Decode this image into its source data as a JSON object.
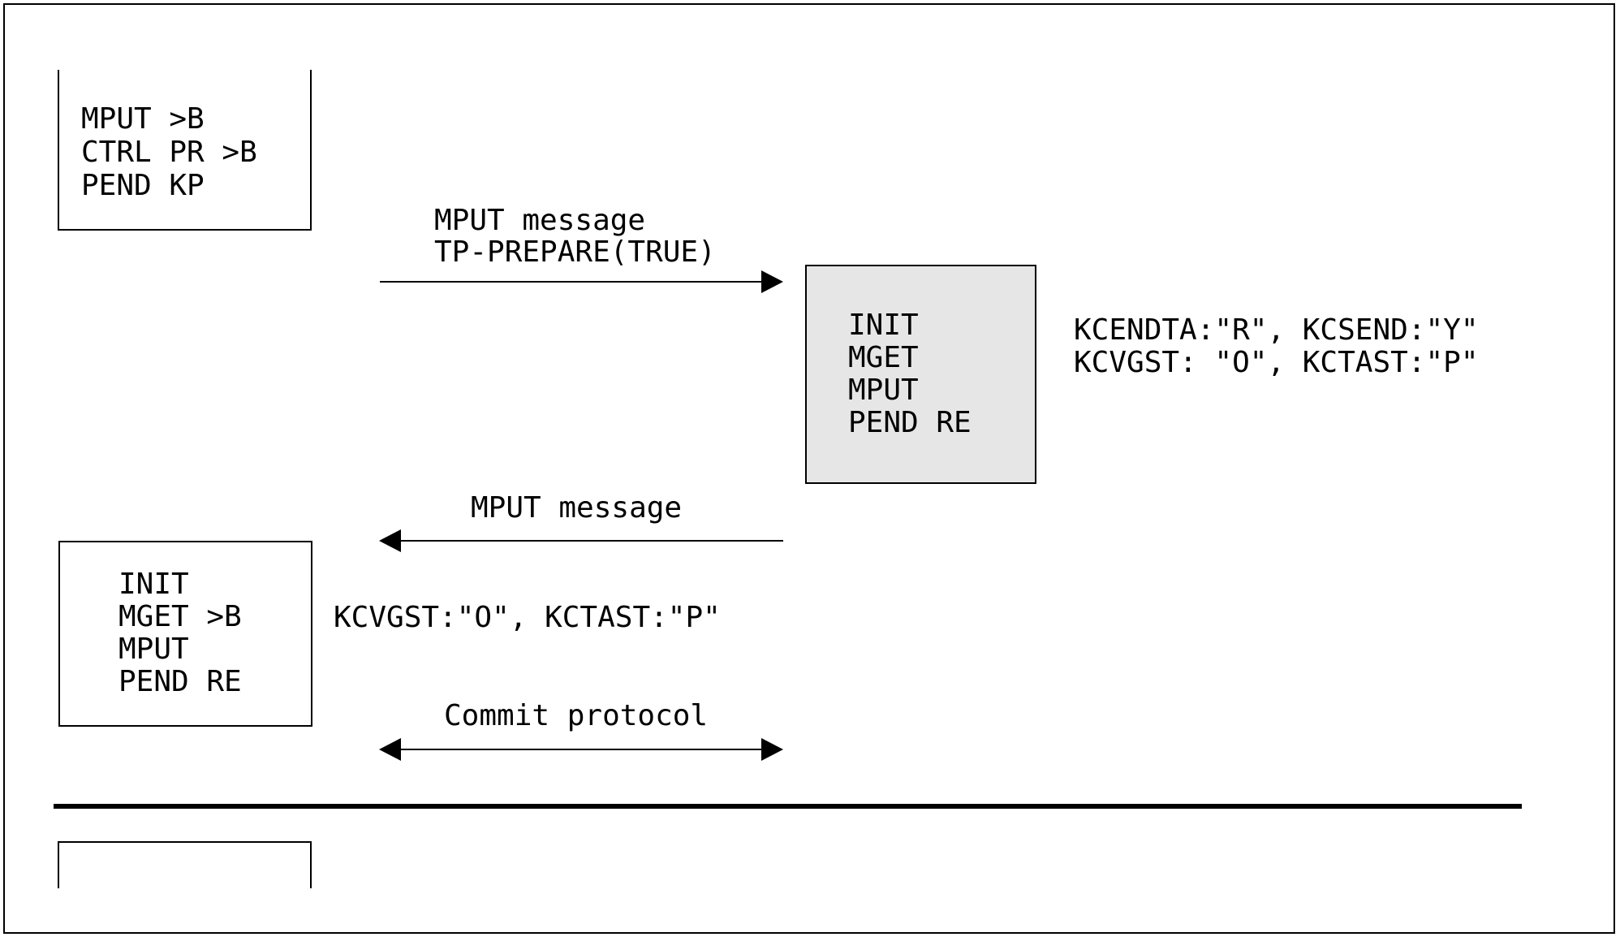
{
  "left_top_box": {
    "lines": [
      "MPUT      >B",
      "CTRL PR   >B",
      "PEND KP"
    ]
  },
  "arrow_1": {
    "label_line1": "MPUT message",
    "label_line2": "TP-PREPARE(TRUE)"
  },
  "right_box": {
    "lines": [
      "INIT",
      "MGET",
      "MPUT",
      "PEND RE"
    ],
    "fill": "#e6e6e6"
  },
  "right_status": {
    "line1": "KCENDTA:\"R\", KCSEND:\"Y\"",
    "line2": "KCVGST: \"O\", KCTAST:\"P\""
  },
  "arrow_2": {
    "label": "MPUT message"
  },
  "left_mid_box": {
    "lines": [
      "INIT",
      "MGET >B",
      "MPUT",
      "PEND RE"
    ]
  },
  "left_status": {
    "line1": "KCVGST:\"O\", KCTAST:\"P\""
  },
  "arrow_3": {
    "label": "Commit protocol"
  }
}
